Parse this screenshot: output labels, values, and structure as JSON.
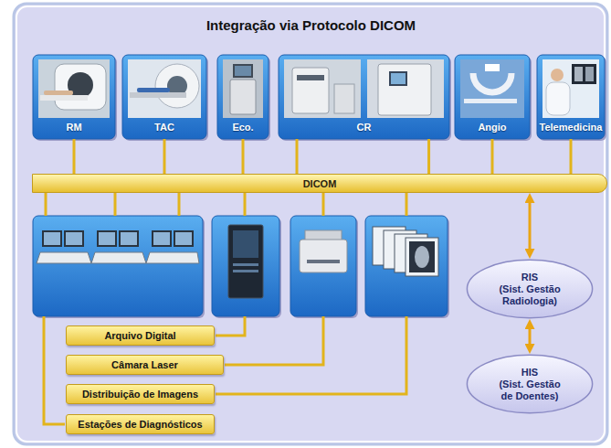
{
  "diagram": {
    "title": "Integração via Protocolo DICOM",
    "nodes": [
      {
        "text": [
          "RM"
        ]
      },
      {
        "text": [
          "TAC"
        ]
      },
      {
        "text": [
          "Eco."
        ]
      },
      {
        "text": [
          "CR"
        ]
      },
      {
        "text": [
          "Angio"
        ]
      },
      {
        "text": [
          "Telemedicina"
        ]
      },
      {
        "text": [
          "DICOM"
        ]
      },
      {
        "text": [
          "RIS",
          "(Sist. Gestão Radiologia)"
        ]
      },
      {
        "text": [
          "Arquivo Digital"
        ]
      },
      {
        "text": [
          "Câmara Laser"
        ]
      },
      {
        "text": [
          "HIS",
          "(Sist. Gestão de Doentes)"
        ]
      },
      {
        "text": [
          "Distribuição de Imagens"
        ]
      },
      {
        "text": [
          "Estações de Diagnósticos"
        ]
      }
    ],
    "edges": [
      {
        "from": 0,
        "to": 6,
        "arrow": "none"
      },
      {
        "from": 1,
        "to": 6,
        "arrow": "none"
      },
      {
        "from": 2,
        "to": 6,
        "arrow": "none"
      },
      {
        "from": 3,
        "to": 6,
        "arrow": "none"
      },
      {
        "from": 3,
        "to": 6,
        "arrow": "none"
      },
      {
        "from": 4,
        "to": 6,
        "arrow": "none"
      },
      {
        "from": 5,
        "to": 6,
        "arrow": "none"
      },
      {
        "from": 6,
        "to": 7,
        "arrow": "both"
      },
      {
        "from": 7,
        "to": 10,
        "arrow": "both"
      }
    ]
  }
}
